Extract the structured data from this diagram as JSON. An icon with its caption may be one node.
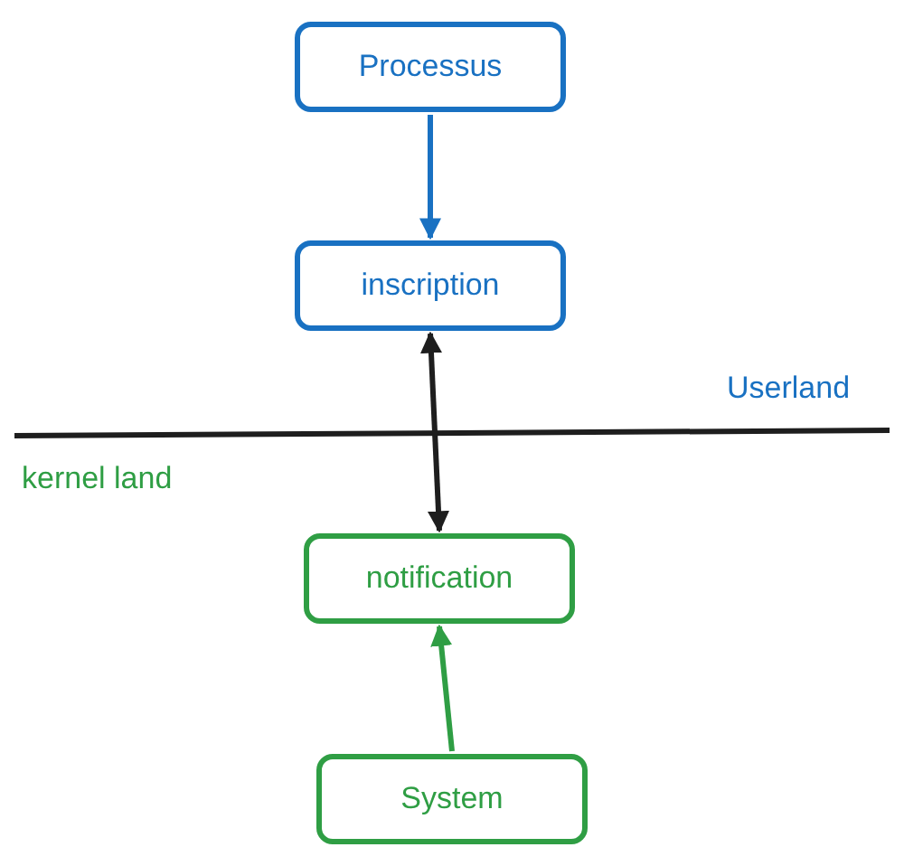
{
  "diagram": {
    "nodes": [
      {
        "text": [
          "Processus"
        ]
      },
      {
        "text": [
          "inscription"
        ]
      },
      {
        "text": [
          "notification"
        ]
      },
      {
        "text": [
          "System"
        ]
      }
    ],
    "edges": [
      {
        "from": 0,
        "to": 1,
        "arrow": "to",
        "color": "#1971c2"
      },
      {
        "from": 1,
        "to": 2,
        "arrow": "both",
        "color": "#1e1e1e"
      },
      {
        "from": 3,
        "to": 2,
        "arrow": "to",
        "color": "#2f9e44"
      }
    ],
    "labels": [
      "Userland",
      "kernel land"
    ]
  }
}
